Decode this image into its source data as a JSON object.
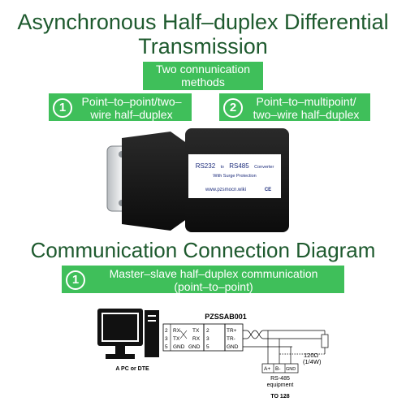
{
  "header": {
    "title_line1": "Asynchronous Half–duplex Differential",
    "title_line2": "Transmission"
  },
  "methods_box": {
    "line1": "Two connunication",
    "line2": "methods"
  },
  "method1": {
    "number": "1",
    "line1": "Point–to–point/two–",
    "line2": "wire half–duplex"
  },
  "method2": {
    "number": "2",
    "line1": "Point–to–multipoint/",
    "line2": "two–wire half–duplex"
  },
  "device_label": {
    "line1_a": "RS232",
    "line1_b": "to",
    "line1_c": "RS485",
    "line1_d": "Converter",
    "line2": "With Surge Protection",
    "url": "www.pzsmocn.wiki",
    "marks": "CE"
  },
  "section_title": "Communication Connection Diagram",
  "mode1": {
    "number": "1",
    "line1": "Master–slave half–duplex communication",
    "line2": "(point–to–point)"
  },
  "diagram": {
    "device_model": "PZSSAB001",
    "pc_caption": "A PC or DTE",
    "left_pins": [
      "2",
      "3",
      "5"
    ],
    "pc_signals": [
      "RX",
      "TX",
      "GND"
    ],
    "conv_signals": [
      "TX",
      "RX",
      "GND"
    ],
    "conv_pins": [
      "2",
      "3",
      "5"
    ],
    "rs485_pins": [
      "TR+",
      "TR-",
      "GND"
    ],
    "resistor_label_1": "120Ω",
    "resistor_label_2": "(1/4W)",
    "equip_pins": [
      "A+",
      "B-",
      "GND"
    ],
    "equip_label_1": "RS-485",
    "equip_label_2": "equipment",
    "to_label": "TO 128"
  }
}
